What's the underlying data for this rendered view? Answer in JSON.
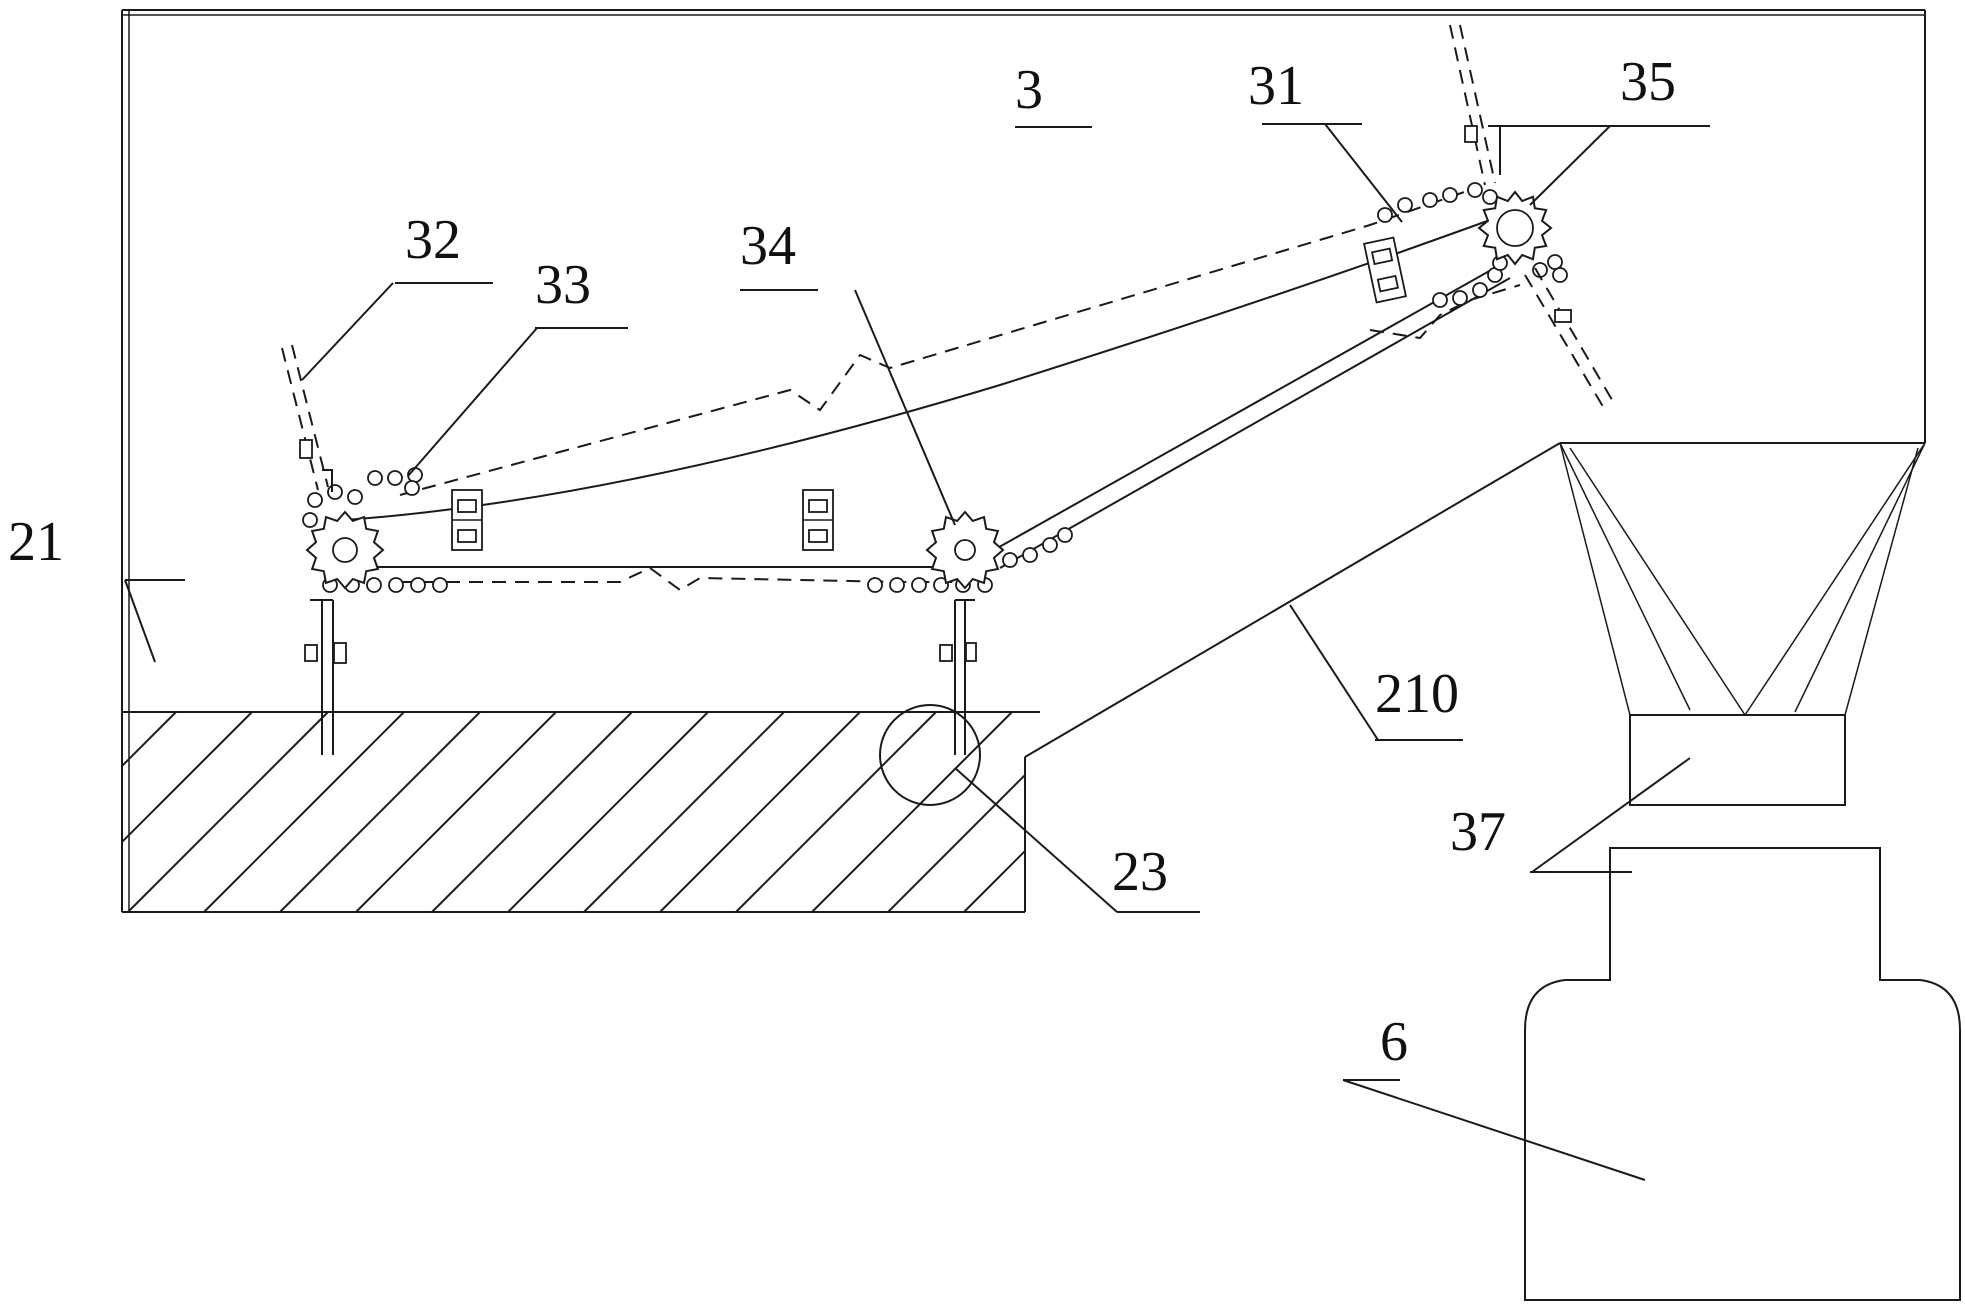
{
  "labels": {
    "l3": "3",
    "l21": "21",
    "l23": "23",
    "l31": "31",
    "l32": "32",
    "l33": "33",
    "l34": "34",
    "l35": "35",
    "l37": "37",
    "l210": "210",
    "l6": "6"
  },
  "colors": {
    "line": "#1a1a1a",
    "background": "#ffffff"
  }
}
